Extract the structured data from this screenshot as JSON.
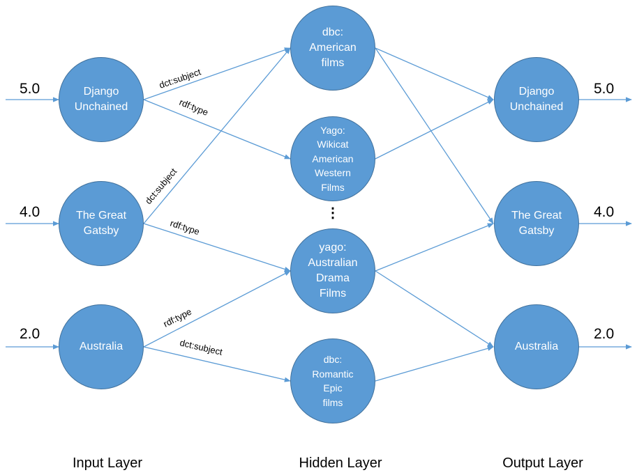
{
  "colors": {
    "node_fill": "#5b9bd5",
    "node_border": "#41719c",
    "edge": "#5b9bd5",
    "text": "#000000"
  },
  "input_layer": {
    "title": "Input Layer",
    "nodes": [
      {
        "id": "in-django",
        "label": "Django\nUnchained",
        "value": "5.0"
      },
      {
        "id": "in-gatsby",
        "label": "The Great\nGatsby",
        "value": "4.0"
      },
      {
        "id": "in-australia",
        "label": "Australia",
        "value": "2.0"
      }
    ]
  },
  "hidden_layer": {
    "title": "Hidden Layer",
    "nodes": [
      {
        "id": "h-american",
        "label": "dbc:\nAmerican\nfilms"
      },
      {
        "id": "h-western",
        "label": "Yago:\nWikicat\nAmerican\nWestern\nFilms"
      },
      {
        "id": "h-australian",
        "label": "yago:\nAustralian\nDrama\nFilms"
      },
      {
        "id": "h-romantic",
        "label": "dbc:\nRomantic\nEpic\nfilms"
      }
    ],
    "ellipsis": "⋮"
  },
  "output_layer": {
    "title": "Output Layer",
    "nodes": [
      {
        "id": "out-django",
        "label": "Django\nUnchained",
        "value": "5.0"
      },
      {
        "id": "out-gatsby",
        "label": "The Great\nGatsby",
        "value": "4.0"
      },
      {
        "id": "out-australia",
        "label": "Australia",
        "value": "2.0"
      }
    ]
  },
  "edges": [
    {
      "from": "in-django",
      "to": "h-american",
      "label": "dct:subject"
    },
    {
      "from": "in-django",
      "to": "h-western",
      "label": "rdf:type"
    },
    {
      "from": "in-gatsby",
      "to": "h-american",
      "label": "dct:subject"
    },
    {
      "from": "in-gatsby",
      "to": "h-australian",
      "label": "rdf:type"
    },
    {
      "from": "in-australia",
      "to": "h-australian",
      "label": "rdf:type"
    },
    {
      "from": "in-australia",
      "to": "h-romantic",
      "label": "dct:subject"
    },
    {
      "from": "h-american",
      "to": "out-django",
      "label": ""
    },
    {
      "from": "h-american",
      "to": "out-gatsby",
      "label": ""
    },
    {
      "from": "h-western",
      "to": "out-django",
      "label": ""
    },
    {
      "from": "h-australian",
      "to": "out-gatsby",
      "label": ""
    },
    {
      "from": "h-australian",
      "to": "out-australia",
      "label": ""
    },
    {
      "from": "h-romantic",
      "to": "out-australia",
      "label": ""
    }
  ]
}
